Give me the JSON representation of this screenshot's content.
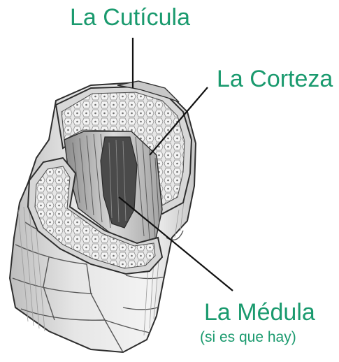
{
  "labels": {
    "cuticle": "La Cutícula",
    "cortex": "La Corteza",
    "medulla": "La Médula",
    "medulla_note": "(si es que hay)"
  },
  "colors": {
    "label_text": "#1a9a6e",
    "line": "#111111",
    "ink": "#333333"
  }
}
